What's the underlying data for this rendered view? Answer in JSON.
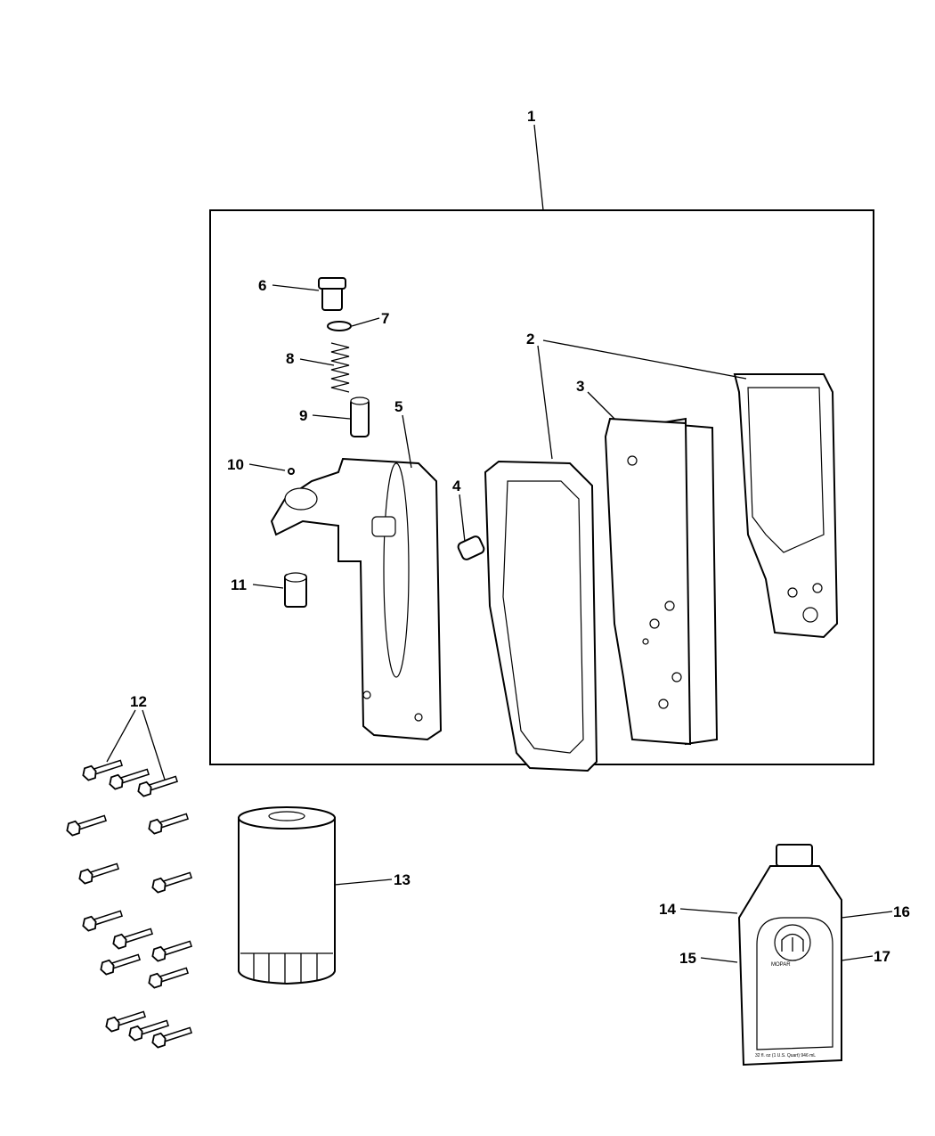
{
  "diagram": {
    "callouts": [
      "1",
      "2",
      "3",
      "4",
      "5",
      "6",
      "7",
      "8",
      "9",
      "10",
      "11",
      "12",
      "13",
      "14",
      "15",
      "16",
      "17"
    ],
    "bottle_label": {
      "brand": "MOPAR",
      "volume": "32 fl. oz (1 U.S. Quart) 946 mL"
    }
  }
}
